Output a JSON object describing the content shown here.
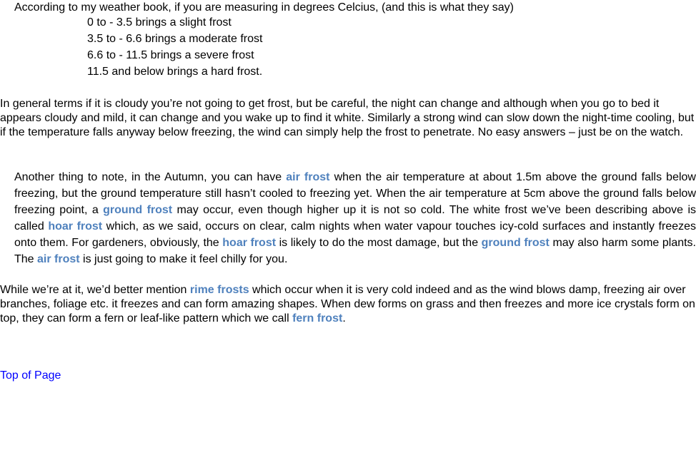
{
  "intro": "According to my weather book, if you are measuring in degrees Celcius, (and this is what they say)",
  "frost_scale": [
    "0 to - 3.5 brings a slight frost",
    "3.5 to - 6.6 brings a moderate frost",
    "6.6 to - 11.5 brings a severe frost",
    "11.5 and below brings a hard frost."
  ],
  "para_general": "In general terms if it is cloudy you’re not going to get frost, but be careful, the night can change and although when you go to bed it appears cloudy and mild, it can change and you wake up to find it white.  Similarly a strong wind can slow down the night-time cooling, but if the temperature falls anyway below freezing, the wind can simply help the frost to penetrate. No easy answers – just be on the watch.",
  "para_autumn": {
    "s1": "Another thing to note, in the Autumn, you can have ",
    "t1": "air frost",
    "s2": " when the air temperature at about 1.5m above the ground falls below freezing, but the ground temperature still hasn’t cooled to freezing yet.  When the air temperature at 5cm above the ground falls below freezing point, a ",
    "t2": "ground frost",
    "s3": " may occur, even though higher up it is not so cold. The white frost we’ve been describing above is called ",
    "t3": "hoar frost",
    "s4": " which, as we said, occurs on clear, calm nights when water vapour touches icy-cold surfaces and instantly freezes onto them.  For gardeners, obviously, the ",
    "t4": "hoar frost",
    "s5": " is likely to do the most damage, but the ",
    "t5": "ground frost",
    "s6": " may also harm some plants. The ",
    "t6": "air frost",
    "s7": " is just going to make it feel chilly for you."
  },
  "para_rime": {
    "s1": "While we’re at it, we’d better mention ",
    "t1": "rime frosts",
    "s2": " which occur when it is very cold indeed and as the wind blows damp, freezing air over branches, foliage etc. it freezes and can form amazing shapes. When dew forms on grass and then freezes and more ice crystals form on top, they can form a fern or leaf-like pattern which we call ",
    "t2": "fern frost",
    "s3": "."
  },
  "top_link": "Top of Page",
  "colors": {
    "term_highlight": "#4f81bd",
    "link": "#0000ff"
  }
}
